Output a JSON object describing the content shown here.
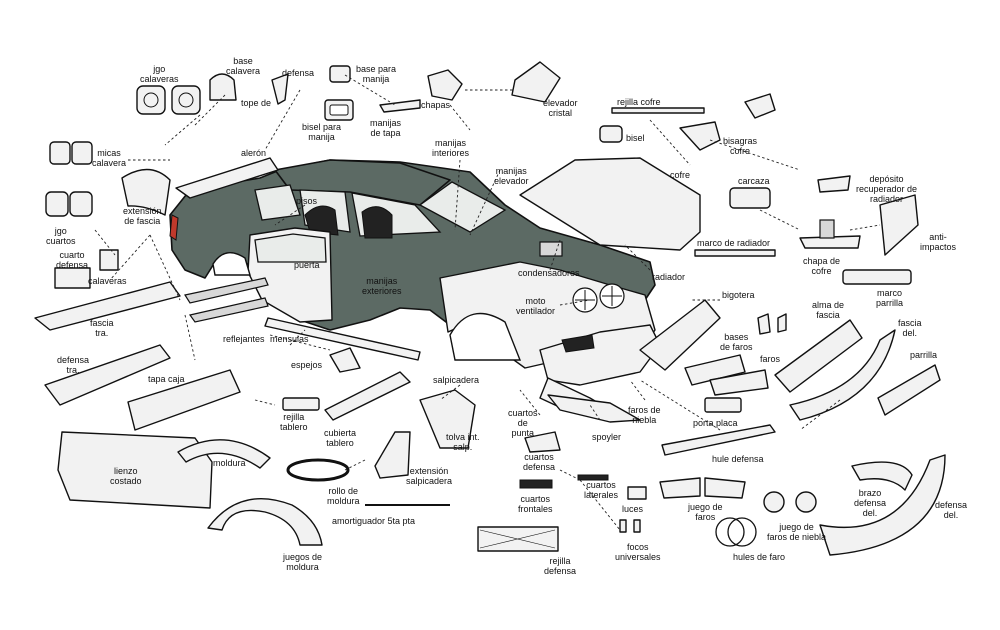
{
  "labels": {
    "juego_calaveras": "jgo\ncalaveras",
    "base_calavera": "base\ncalavera",
    "defensa_top": "defensa",
    "tope_de": "tope de",
    "base_para_manija": "base para\nmanija",
    "bisel_para_manija": "bisel para\nmanija",
    "manijas_de_tapa": "manijas\nde tapa",
    "chapas": "chapas",
    "elevador_cristal": "elevador\ncristal",
    "rejilla_cofre": "rejilla cofre",
    "bisel": "bisel",
    "bisagras_cofre": "bisagras\ncofre",
    "micas_calavera": "micas\ncalavera",
    "aleron": "alerón",
    "manijas_interiores": "manijas\ninteriores",
    "manijas_elevador": "manijas\nelevador",
    "cofre": "cofre",
    "carcaza": "carcaza",
    "deposito": "depósito\nrecuperador de\nradiador",
    "extension_fascia": "extensión\nde fascia",
    "pisos": "pisos",
    "juego_cuartos": "jgo\ncuartos",
    "marco_radiador": "marco de radiador",
    "anti_impactos": "anti-\nimpactos",
    "chapa_cofre": "chapa de\ncofre",
    "cuarto_defensa": "cuarto\ndefensa",
    "calaveras": "calaveras",
    "puerta": "puerta",
    "condensadores": "condensadores",
    "radiador": "radiador",
    "marco_parrilla": "marco\nparrilla",
    "manijas_exteriores": "manijas\nexteriores",
    "bigotera": "bigotera",
    "fascia_tra": "fascia\ntra.",
    "moto_ventilador": "moto\nventilador",
    "alma_fascia": "alma de\nfascia",
    "fascia_del": "fascia\ndel.",
    "reflejantes": "reflejantes",
    "mensulas": "mensulas",
    "bases_faros": "bases\nde faros",
    "defensa_tra": "defensa\ntra.",
    "espejos": "espejos",
    "faros": "faros",
    "parrilla": "parrilla",
    "tapa_caja": "tapa caja",
    "salpicadera": "salpicadera",
    "rejilla_tablero": "rejilla\ntablero",
    "faros_niebla": "faros de\nniebla",
    "porta_placa": "porta placa",
    "cuartos_punta": "cuartos\nde\npunta",
    "cubierta_tablero": "cubierta\ntablero",
    "tolva": "tolva int.\nsalp.",
    "spoyler": "spoyler",
    "lienzo_costado": "lienzo\ncostado",
    "cuartos_defensa": "cuartos\ndefensa",
    "hule_defensa": "hule defensa",
    "moldura": "moldura",
    "extension_salpicadera": "extensión\nsalpicadera",
    "rollo_moldura": "rollo de\nmoldura",
    "cuartos_laterales": "cuartos\nlaterales",
    "cuartos_frontales": "cuartos\nfrontales",
    "brazo_defensa": "brazo\ndefensa\ndel.",
    "luces": "luces",
    "juego_faros": "juego de\nfaros",
    "defensa_del": "defensa\ndel.",
    "amortiguador": "amortiguador 5ta pta",
    "juego_faros_niebla": "juego de\nfaros de niebla",
    "juegos_moldura": "juegos de\nmoldura",
    "focos_universales": "focos\nuniversales",
    "hules_faro": "hules de faro",
    "rejilla_defensa": "rejilla\ndefensa"
  },
  "colors": {
    "body": "#5c6a64",
    "part_fill": "#f2f2f2",
    "outline": "#111111"
  }
}
